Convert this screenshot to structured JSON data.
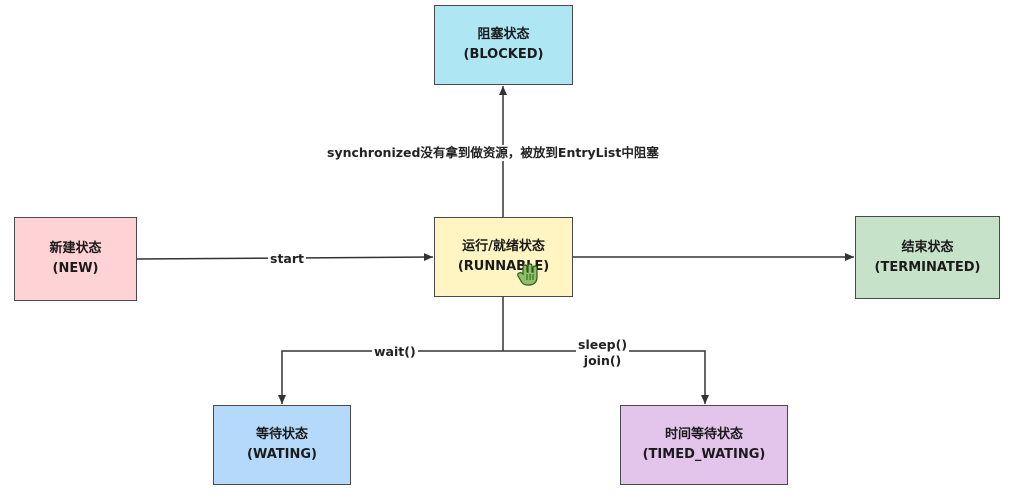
{
  "nodes": {
    "new": {
      "line1": "新建状态",
      "line2": "(NEW)",
      "color": "#ffd3d6"
    },
    "runnable": {
      "line1": "运行/就绪状态",
      "line2": "(RUNNABLE)",
      "color": "#fff5c2"
    },
    "blocked": {
      "line1": "阻塞状态",
      "line2": "(BLOCKED)",
      "color": "#aee6f3"
    },
    "terminated": {
      "line1": "结束状态",
      "line2": "(TERMINATED)",
      "color": "#c6e2c8"
    },
    "waiting": {
      "line1": "等待状态",
      "line2": "(WATING)",
      "color": "#b4d9fb"
    },
    "timed": {
      "line1": "时间等待状态",
      "line2": "(TIMED_WATING)",
      "color": "#e3c4eb"
    }
  },
  "edges": {
    "start": "start",
    "synchronized": "synchronized没有拿到做资源，被放到EntryList中阻塞",
    "wait": "wait()",
    "sleep": "sleep()",
    "join": "join()"
  },
  "icons": {
    "cursor": "hand-cursor-icon"
  }
}
